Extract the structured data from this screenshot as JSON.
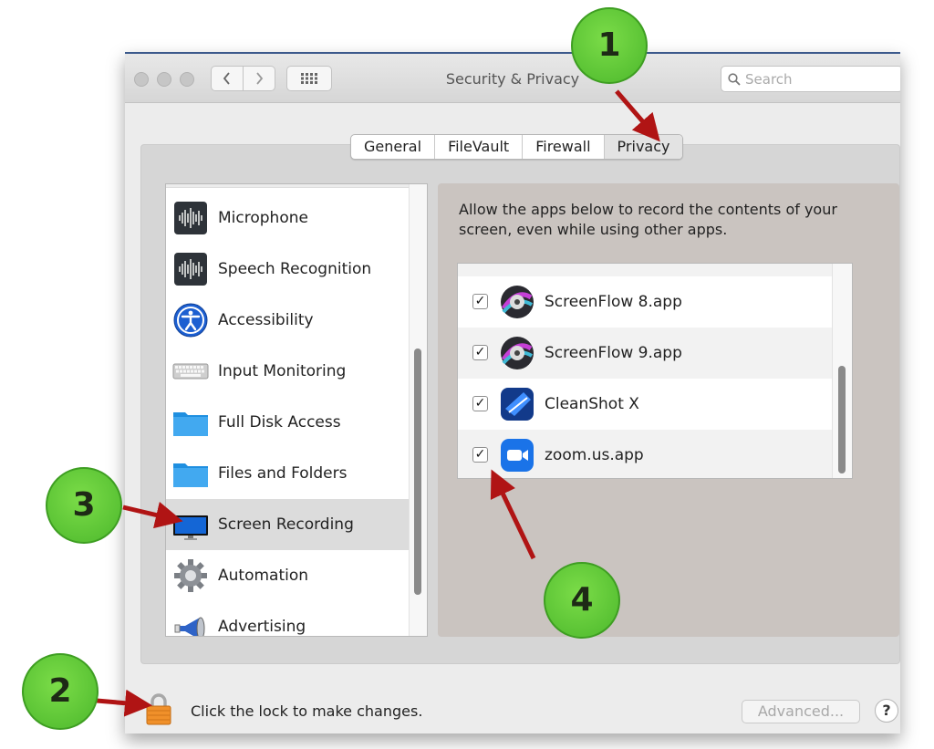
{
  "window": {
    "title": "Security & Privacy",
    "search_placeholder": "Search"
  },
  "tabs": [
    {
      "label": "General",
      "selected": false
    },
    {
      "label": "FileVault",
      "selected": false
    },
    {
      "label": "Firewall",
      "selected": false
    },
    {
      "label": "Privacy",
      "selected": true
    }
  ],
  "categories": [
    {
      "label": "Microphone",
      "icon": "microphone-icon"
    },
    {
      "label": "Speech Recognition",
      "icon": "speech-recognition-icon"
    },
    {
      "label": "Accessibility",
      "icon": "accessibility-icon"
    },
    {
      "label": "Input Monitoring",
      "icon": "keyboard-icon"
    },
    {
      "label": "Full Disk Access",
      "icon": "folder-icon"
    },
    {
      "label": "Files and Folders",
      "icon": "folder-icon"
    },
    {
      "label": "Screen Recording",
      "icon": "display-icon",
      "selected": true
    },
    {
      "label": "Automation",
      "icon": "gear-icon"
    },
    {
      "label": "Advertising",
      "icon": "megaphone-icon"
    }
  ],
  "privacy_pane": {
    "description": "Allow the apps below to record the contents of your screen, even while using other apps.",
    "apps": [
      {
        "name": "ScreenFlow 8.app",
        "checked": true,
        "icon": "screenflow-icon"
      },
      {
        "name": "ScreenFlow 9.app",
        "checked": true,
        "icon": "screenflow-icon"
      },
      {
        "name": "CleanShot X",
        "checked": true,
        "icon": "cleanshot-icon"
      },
      {
        "name": "zoom.us.app",
        "checked": true,
        "icon": "zoom-icon"
      }
    ]
  },
  "footer": {
    "lock_text": "Click the lock to make changes.",
    "advanced_label": "Advanced...",
    "help_label": "?"
  },
  "annotations": [
    {
      "label": "1"
    },
    {
      "label": "2"
    },
    {
      "label": "3"
    },
    {
      "label": "4"
    }
  ],
  "colors": {
    "badge_green": "#5cc832",
    "arrow_red": "#b01414",
    "folder_blue": "#2f9be6",
    "selection_gray": "#dcdcdc"
  }
}
